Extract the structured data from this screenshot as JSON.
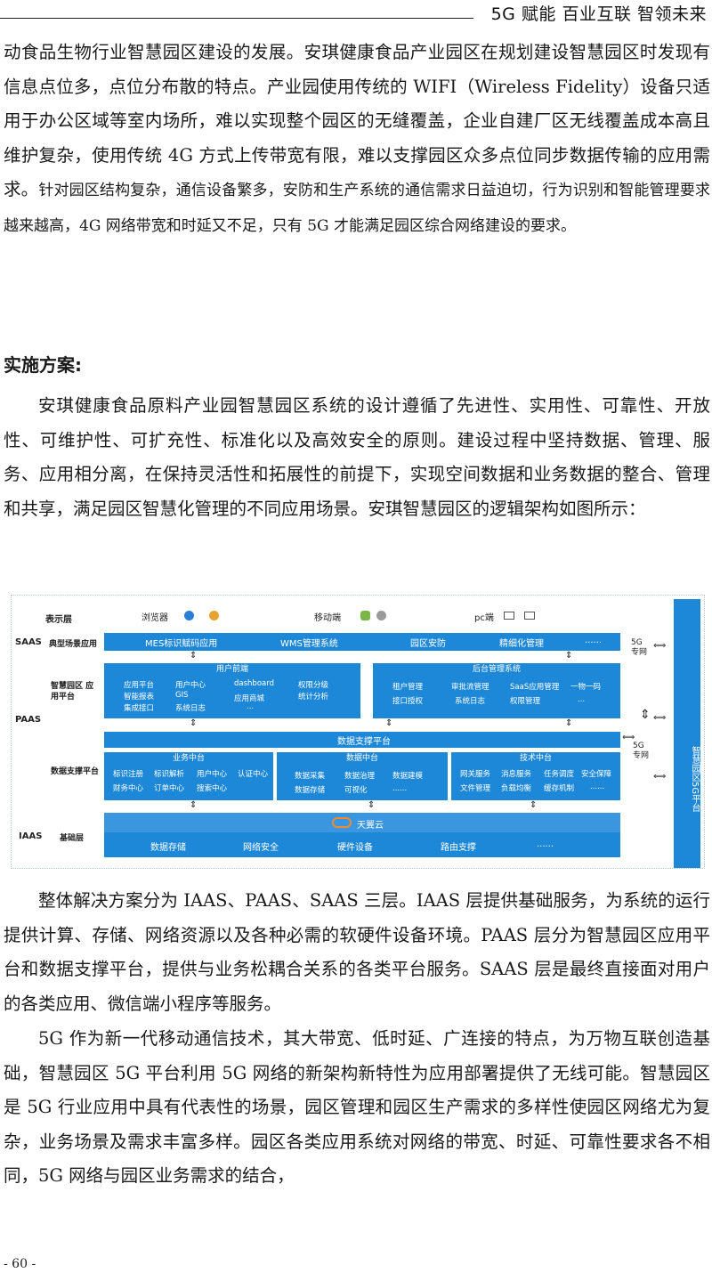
{
  "header": {
    "title": "5G 赋能 百业互联 智领未来"
  },
  "paragraphs": {
    "p1_main": "动食品生物行业智慧园区建设的发展。安琪健康食品产业园区在规划建设智慧园区时发现有信息点位多，点位分布散的特点。产业园使用传统的 WIFI（Wireless Fidelity）设备只适用于办公区域等室内场所，难以实现整个园区的无缝覆盖，企业自建厂区无线覆盖成本高且维护复杂，使用传统 4G 方式上传带宽有限，难以支撑园区众多点位同步数据传输的应用需求。",
    "p1_small": "针对园区结构复杂，通信设备繁多，安防和生产系统的通信需求日益迫切，行为识别和智能管理要求越来越高，4G 网络带宽和时延又不足，只有 5G 才能满足园区综合网络建设的要求。",
    "heading": "实施方案:",
    "p2": "安琪健康食品原料产业园智慧园区系统的设计遵循了先进性、实用性、可靠性、开放性、可维护性、可扩充性、标准化以及高效安全的原则。建设过程中坚持数据、管理、服务、应用相分离，在保持灵活性和拓展性的前提下，实现空间数据和业务数据的整合、管理和共享，满足园区智慧化管理的不同应用场景。安琪智慧园区的逻辑架构如图所示：",
    "p3": "整体解决方案分为 IAAS、PAAS、SAAS 三层。IAAS 层提供基础服务，为系统的运行提供计算、存储、网络资源以及各种必需的软硬件设备环境。PAAS 层分为智慧园区应用平台和数据支撑平台，提供与业务松耦合关系的各类平台服务。SAAS 层是最终直接面对用户的各类应用、微信端小程序等服务。",
    "p4": "5G 作为新一代移动通信技术，其大带宽、低时延、广连接的特点，为万物互联创造基础，智慧园区 5G 平台利用 5G 网络的新架构新特性为应用部署提供了无线可能。智慧园区是 5G 行业应用中具有代表性的场景，园区管理和园区生产需求的多样性使园区网络尤为复杂，业务场景及需求丰富多样。园区各类应用系统对网络的带宽、时延、可靠性要求各不相同，5G 网络与园区业务需求的结合，"
  },
  "diagram": {
    "presentation": {
      "label": "表示层",
      "browser": "浏览器",
      "mobile": "移动端",
      "pc": "pc端"
    },
    "saas": {
      "tier": "SAAS",
      "label": "典型场景应用",
      "items": [
        "MES标识赋码应用",
        "WMS管理系统",
        "园区安防",
        "精细化管理",
        "......"
      ]
    },
    "paas": {
      "tier": "PAAS",
      "app_label": "智慧园区 应用平台",
      "user_front": {
        "title": "用户前端",
        "items": [
          "应用平台",
          "用户中心",
          "dashboard",
          "权限分级",
          "智能报表",
          "GIS",
          "应用商城",
          "统计分析",
          "集成接口",
          "系统日志",
          "..."
        ]
      },
      "backend": {
        "title": "后台管理系统",
        "items": [
          "租户管理",
          "审批流管理",
          "SaaS应用管理",
          "一物一码",
          "接口授权",
          "系统日志",
          "权限管理",
          "..."
        ]
      },
      "data_platform": "数据支撑平台",
      "data_label": "数据支撑平台",
      "business": {
        "title": "业务中台",
        "items": [
          "标识注册",
          "标识解析",
          "用户中心",
          "认证中心",
          "财务中心",
          "订单中心",
          "搜索中心"
        ]
      },
      "data_center": {
        "title": "数据中台",
        "items": [
          "数据采集",
          "数据治理",
          "数据建模",
          "数据存储",
          "可视化",
          "......"
        ]
      },
      "tech": {
        "title": "技术中台",
        "items": [
          "网关服务",
          "消息服务",
          "任务调度",
          "安全保障",
          "文件管理",
          "负载均衡",
          "缓存机制",
          "......"
        ]
      }
    },
    "iaas": {
      "tier": "IAAS",
      "label": "基础层",
      "cloud": "天翼云",
      "items": [
        "数据存储",
        "网络安全",
        "硬件设备",
        "路由支撑",
        "......"
      ]
    },
    "net_5g_top": "5G 专网",
    "net_5g_mid": "5G 专网",
    "platform_5g": "智慧园区5G平台"
  },
  "footer": {
    "page": "- 60 -"
  }
}
